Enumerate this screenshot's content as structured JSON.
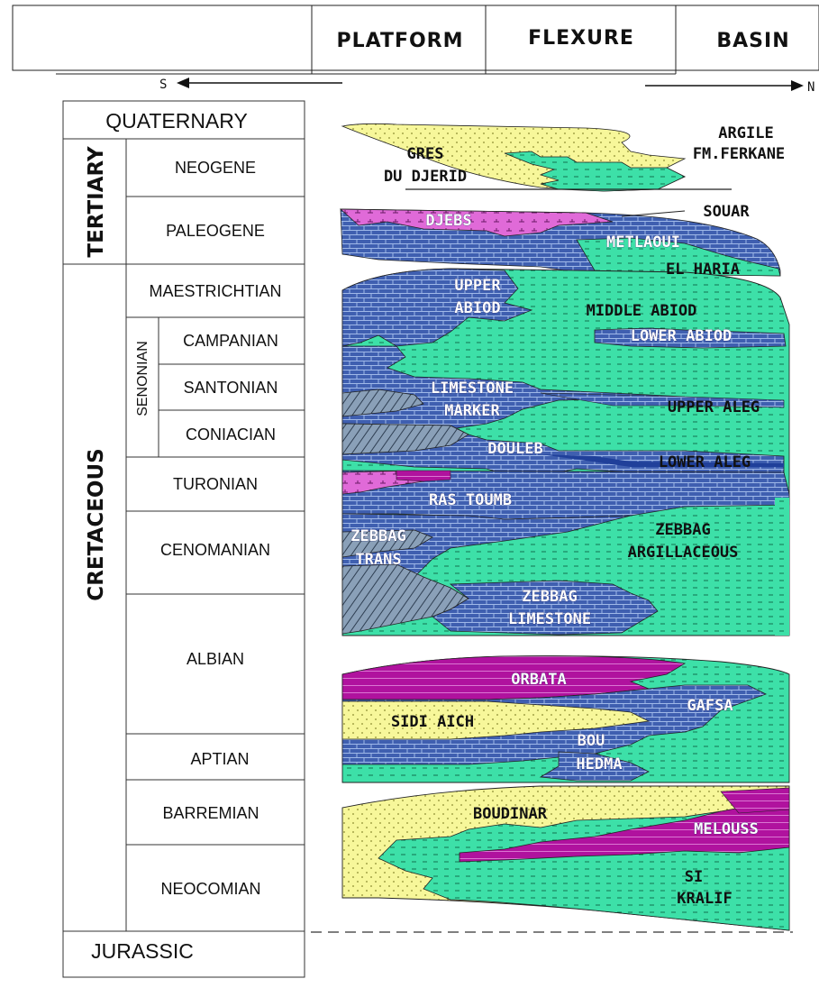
{
  "header": {
    "platform": "PLATFORM",
    "flexure": "FLEXURE",
    "basin": "BASIN",
    "south": "S",
    "north": "N"
  },
  "column": {
    "quaternary": "QUATERNARY",
    "tertiary": "TERTIARY",
    "neogene": "NEOGENE",
    "paleogene": "PALEOGENE",
    "cretaceous": "CRETACEOUS",
    "maestrichtian": "MAESTRICHTIAN",
    "senonian": "SENONIAN",
    "campanian": "CAMPANIAN",
    "santonian": "SANTONIAN",
    "coniacian": "CONIACIAN",
    "turonian": "TURONIAN",
    "cenomanian": "CENOMANIAN",
    "albian": "ALBIAN",
    "aptian": "APTIAN",
    "barremian": "BARREMIAN",
    "neocomian": "NEOCOMIAN",
    "jurassic": "JURASSIC"
  },
  "formations": {
    "gres_1": "GRES",
    "gres_2": "DU DJERID",
    "argile_1": "ARGILE",
    "argile_2": "FM.FERKANE",
    "souar": "SOUAR",
    "djebs": "DJEBS",
    "metlaoui": "METLAOUI",
    "el_haria": "EL HARIA",
    "upper_abiod_1": "UPPER",
    "upper_abiod_2": "ABIOD",
    "middle_abiod": "MIDDLE ABIOD",
    "lower_abiod": "LOWER ABIOD",
    "limestone_marker_1": "LIMESTONE",
    "limestone_marker_2": "MARKER",
    "upper_aleg": "UPPER ALEG",
    "douleb": "DOULEB",
    "lower_aleg": "LOWER ALEG",
    "ras_toumb": "RAS TOUMB",
    "zebbag_trans_1": "ZEBBAG",
    "zebbag_trans_2": "TRANS",
    "zebbag_arg_1": "ZEBBAG",
    "zebbag_arg_2": "ARGILLACEOUS",
    "zebbag_lime_1": "ZEBBAG",
    "zebbag_lime_2": "LIMESTONE",
    "orbata": "ORBATA",
    "gafsa": "GAFSA",
    "sidi_aich": "SIDI AICH",
    "bou_hedma_1": "BOU",
    "bou_hedma_2": "HEDMA",
    "boudinar": "BOUDINAR",
    "melouss": "MELOUSS",
    "si_kralif_1": "SI",
    "si_kralif_2": "KRALIF"
  },
  "colors": {
    "sand_yellow": "#f7f79a",
    "shale_green": "#3de0a8",
    "limestone_blue": "#3f5fb0",
    "marl_pink": "#e06ad8",
    "evaporite_purple": "#b0129e",
    "transition_grey": "#8aa0b8"
  }
}
